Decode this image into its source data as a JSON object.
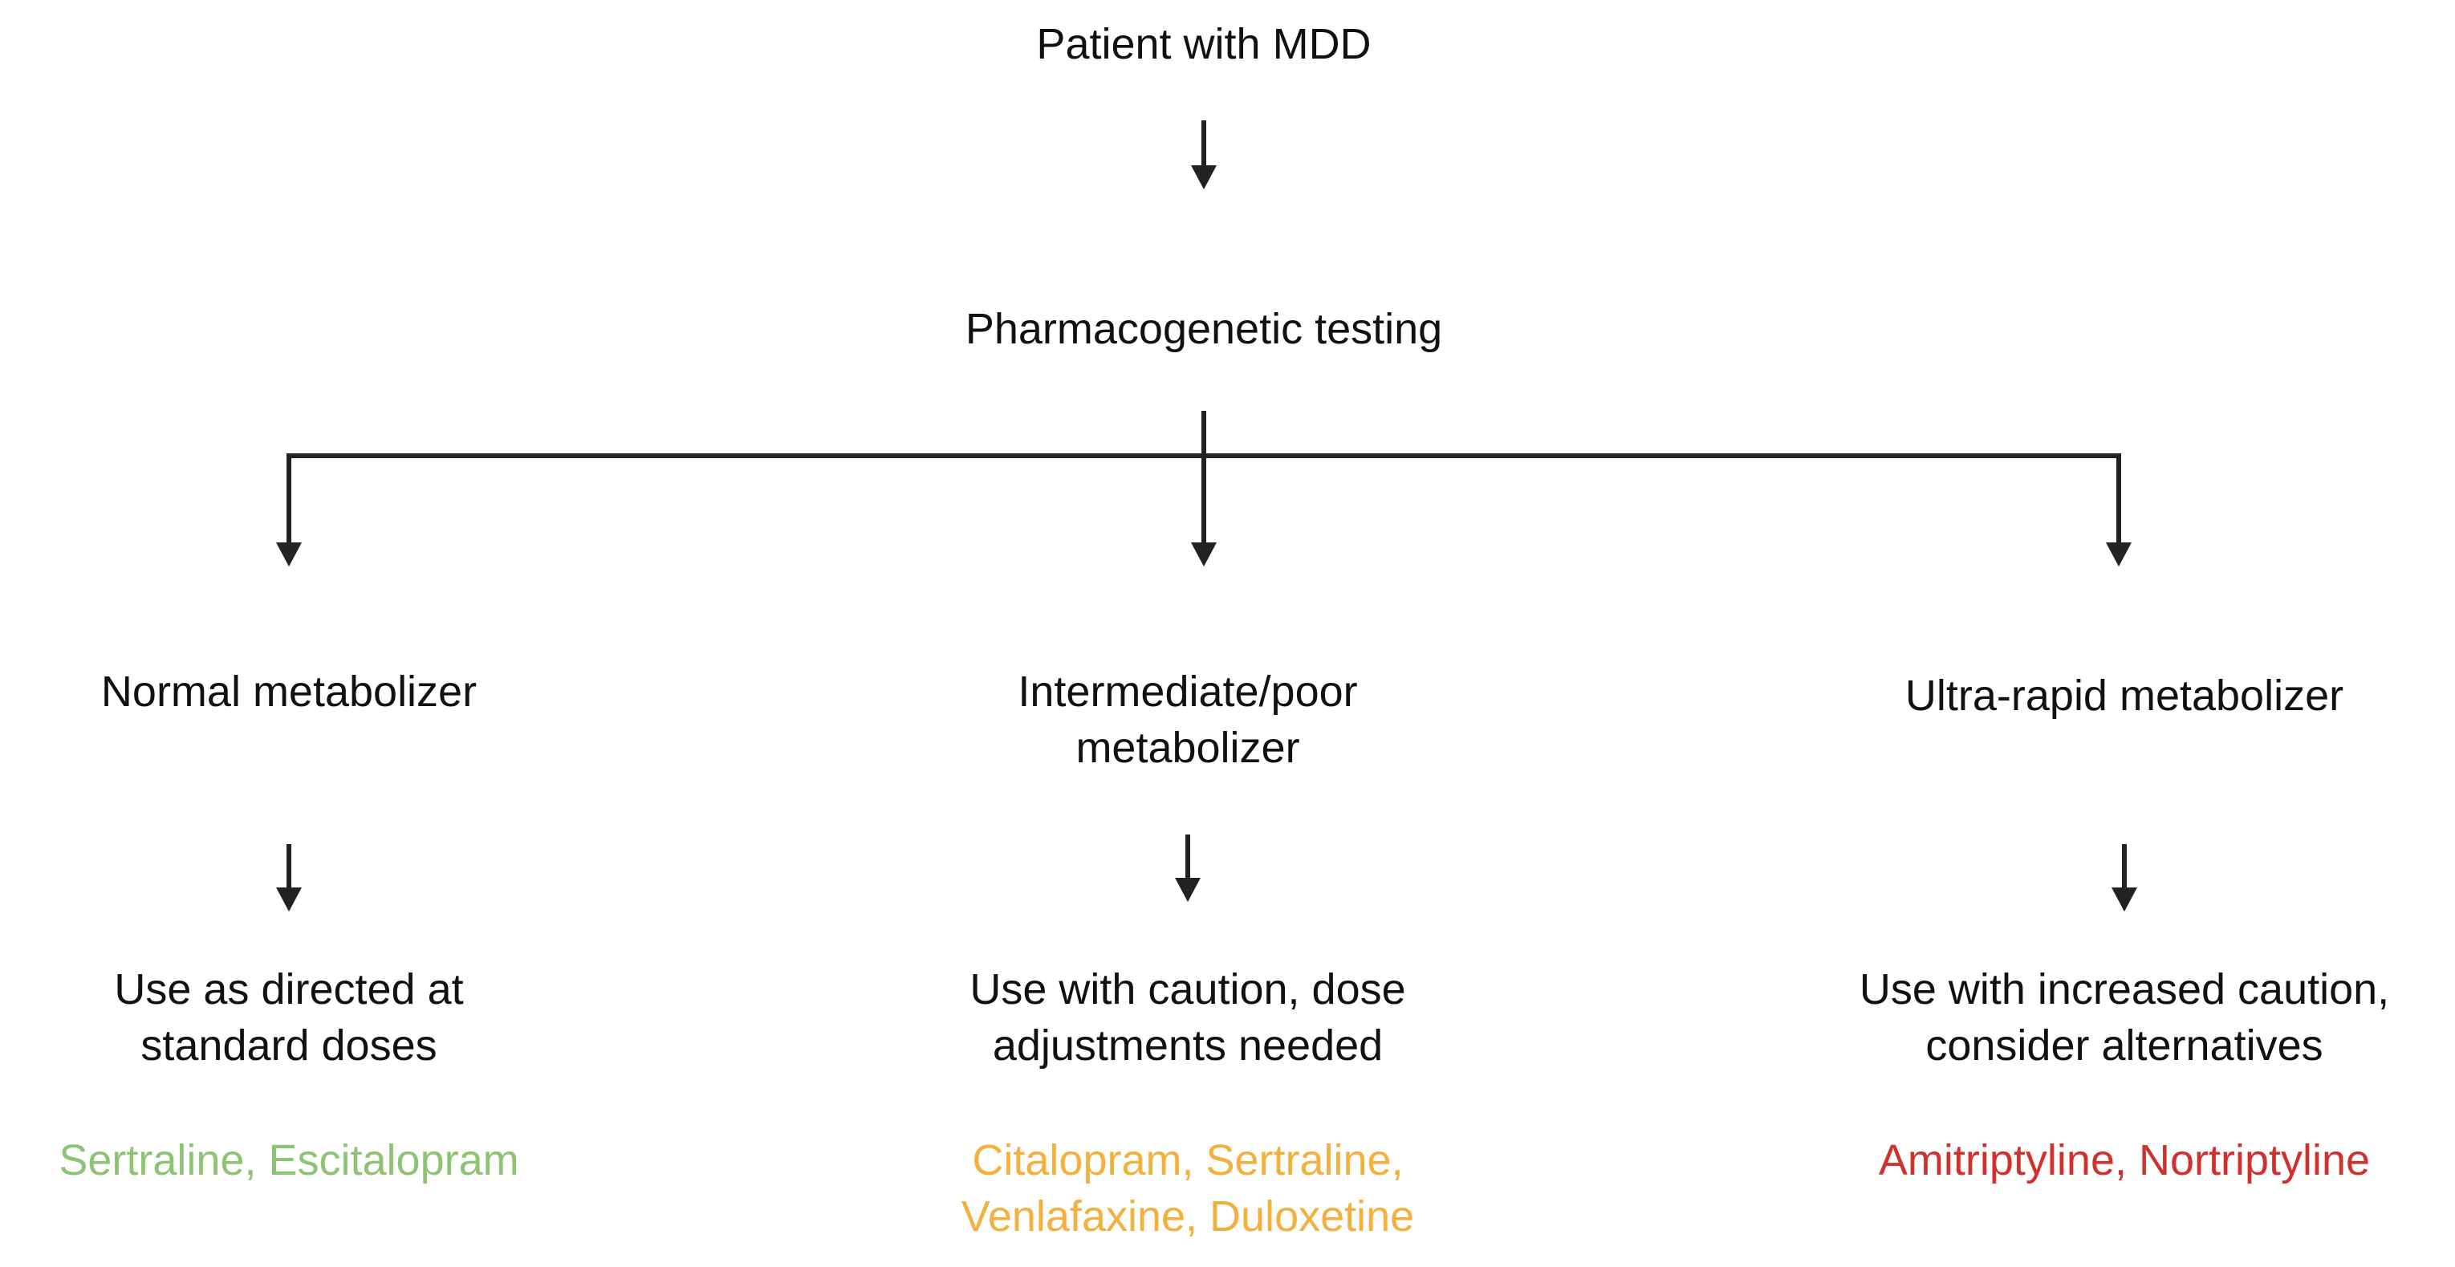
{
  "root": {
    "label": "Patient with MDD"
  },
  "testing": {
    "label": "Pharmacogenetic testing"
  },
  "branches": [
    {
      "phenotype": [
        "Normal metabolizer"
      ],
      "recommendation": [
        "Use as directed at",
        "standard doses"
      ],
      "drugs": [
        "Sertraline, Escitalopram"
      ],
      "color": "#8cc474"
    },
    {
      "phenotype": [
        "Intermediate/poor",
        "metabolizer"
      ],
      "recommendation": [
        "Use with caution, dose",
        "adjustments needed"
      ],
      "drugs": [
        "Citalopram, Sertraline,",
        "Venlafaxine, Duloxetine"
      ],
      "color": "#f4b03c"
    },
    {
      "phenotype": [
        "Ultra-rapid metabolizer"
      ],
      "recommendation": [
        "Use with increased caution,",
        "consider alternatives"
      ],
      "drugs": [
        "Amitriptyline, Nortriptyline"
      ],
      "color": "#d0312d"
    }
  ],
  "colors": {
    "arrow": "#222222",
    "text": "#111111"
  }
}
